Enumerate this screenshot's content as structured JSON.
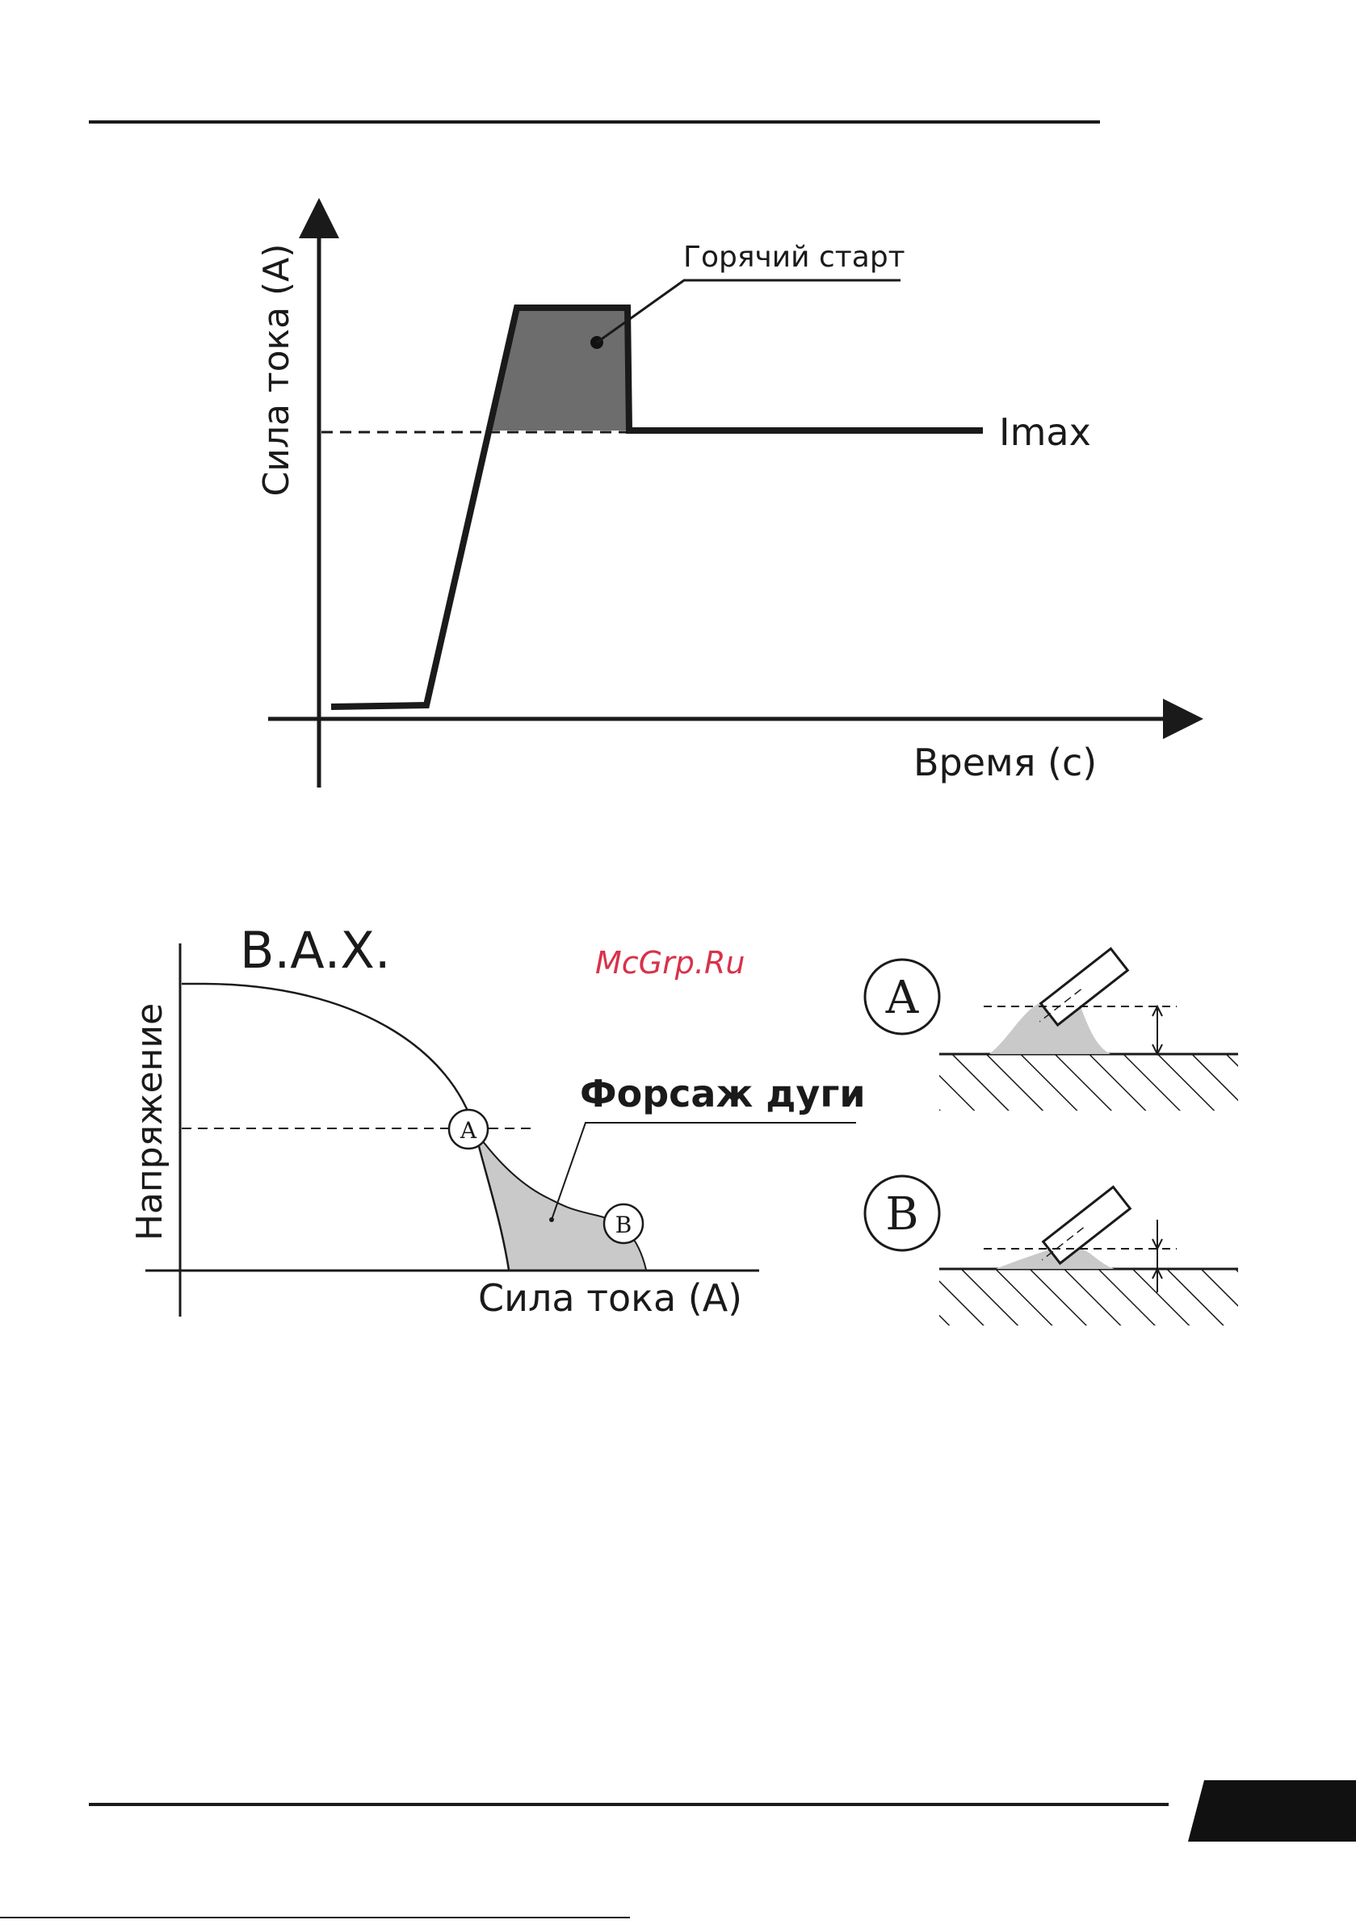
{
  "hot_start_chart": {
    "y_axis_label": "Сила тока (А)",
    "x_axis_label": "Время (с)",
    "callout_label": "Горячий старт",
    "level_label": "Imax"
  },
  "vax_chart": {
    "title": "В.А.Х.",
    "y_axis_label": "Напряжение",
    "x_axis_label": "Сила тока (А)",
    "callout_label": "Форсаж дуги",
    "point_a": "A",
    "point_b": "B"
  },
  "arc_illustrations": {
    "a_label": "A",
    "b_label": "B"
  },
  "watermark": "McGrp.Ru"
}
